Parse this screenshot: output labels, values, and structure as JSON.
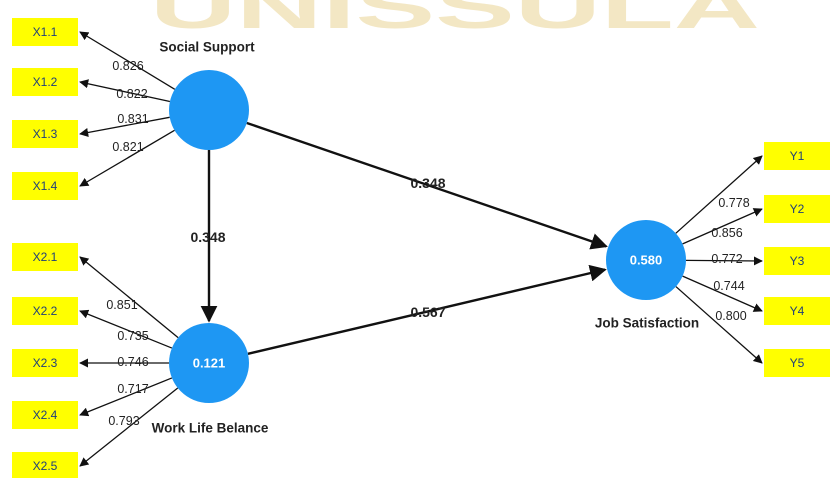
{
  "colors": {
    "indicator_fill": "#ffff00",
    "latent_fill": "#1e97f3",
    "line": "#111111",
    "watermark": "#f3e7c4"
  },
  "watermark": {
    "text": "UNISSULA"
  },
  "latents": {
    "social_support": {
      "name": "Social Support",
      "r2": ""
    },
    "work_life_balance": {
      "name": "Work Life Belance",
      "r2": "0.121"
    },
    "job_satisfaction": {
      "name": "Job Satisfaction",
      "r2": "0.580"
    }
  },
  "indicators": {
    "social_support": [
      {
        "label": "X1.1",
        "loading": "0.826"
      },
      {
        "label": "X1.2",
        "loading": "0.822"
      },
      {
        "label": "X1.3",
        "loading": "0.831"
      },
      {
        "label": "X1.4",
        "loading": "0.821"
      }
    ],
    "work_life_balance": [
      {
        "label": "X2.1",
        "loading": "0.851"
      },
      {
        "label": "X2.2",
        "loading": "0.735"
      },
      {
        "label": "X2.3",
        "loading": "0.746"
      },
      {
        "label": "X2.4",
        "loading": "0.717"
      },
      {
        "label": "X2.5",
        "loading": "0.793"
      }
    ],
    "job_satisfaction": [
      {
        "label": "Y1",
        "loading": "0.778"
      },
      {
        "label": "Y2",
        "loading": "0.856"
      },
      {
        "label": "Y3",
        "loading": "0.772"
      },
      {
        "label": "Y4",
        "loading": "0.744"
      },
      {
        "label": "Y5",
        "loading": "0.800"
      }
    ]
  },
  "paths": {
    "ss_to_js": "0.348",
    "ss_to_wlb": "0.348",
    "wlb_to_js": "0.567"
  }
}
